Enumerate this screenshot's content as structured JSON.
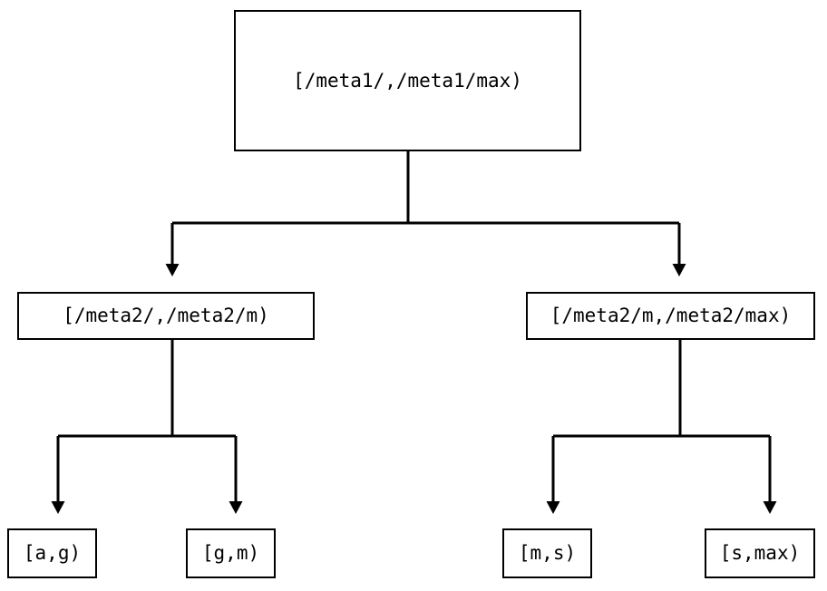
{
  "diagram": {
    "type": "tree",
    "orientation": "top-down",
    "background_color": "#ffffff",
    "line_color": "#000000",
    "text_color": "#000000",
    "levels": 3,
    "nodes": [
      {
        "id": "root",
        "label": "[/meta1/,/meta1/max)",
        "level": 0
      },
      {
        "id": "branch-left",
        "label": "[/meta2/,/meta2/m)",
        "level": 1
      },
      {
        "id": "branch-right",
        "label": "[/meta2/m,/meta2/max)",
        "level": 1
      },
      {
        "id": "leaf-a-g",
        "label": "[a,g)",
        "level": 2
      },
      {
        "id": "leaf-g-m",
        "label": "[g,m)",
        "level": 2
      },
      {
        "id": "leaf-m-s",
        "label": "[m,s)",
        "level": 2
      },
      {
        "id": "leaf-s-max",
        "label": "[s,max)",
        "level": 2
      }
    ],
    "edges": [
      {
        "from": "root",
        "to": "branch-left",
        "arrow": "triangle-down"
      },
      {
        "from": "root",
        "to": "branch-right",
        "arrow": "triangle-down"
      },
      {
        "from": "branch-left",
        "to": "leaf-a-g",
        "arrow": "triangle-down"
      },
      {
        "from": "branch-left",
        "to": "leaf-g-m",
        "arrow": "triangle-down"
      },
      {
        "from": "branch-right",
        "to": "leaf-m-s",
        "arrow": "triangle-down"
      },
      {
        "from": "branch-right",
        "to": "leaf-s-max",
        "arrow": "triangle-down"
      }
    ]
  }
}
